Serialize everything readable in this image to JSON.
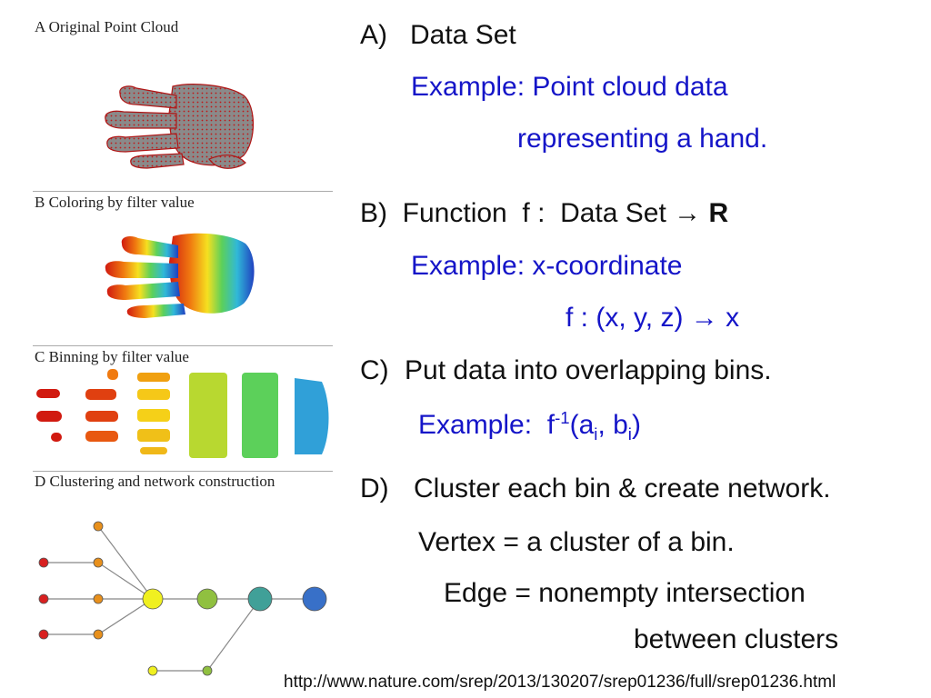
{
  "panels": {
    "a_caption": "A Original Point Cloud",
    "b_caption": "B Coloring by filter value",
    "c_caption": "C Binning by filter value",
    "d_caption": "D Clustering and network construction"
  },
  "text": {
    "a_label": "A)",
    "a_title": "Data Set",
    "a_ex1": "Example:  Point cloud data",
    "a_ex2": "representing a hand.",
    "b_label": "B)",
    "b_title_pre": "Function  f :  Data Set ",
    "b_arrow": "→",
    "b_R": "R",
    "b_ex1": "Example:  x-coordinate",
    "b_ex2_pre": "f : (x, y, z) ",
    "b_ex2_arrow": "→",
    "b_ex2_post": " x",
    "c_label": "C)",
    "c_title": "Put data into overlapping bins.",
    "c_ex_pre": "Example:  f",
    "c_ex_sup": "-1",
    "c_ex_a": "(a",
    "c_ex_i1": "i",
    "c_ex_b": ", b",
    "c_ex_i2": "i",
    "c_ex_close": ")",
    "d_label": "D)",
    "d_title": "Cluster each bin & create network.",
    "d_vertex": "Vertex = a cluster of a bin.",
    "d_edge1": "Edge = nonempty intersection",
    "d_edge2": "between clusters",
    "url": "http://www.nature.com/srep/2013/130207/srep01236/full/srep01236.html"
  },
  "colors": {
    "black_text": "#111111",
    "blue_text": "#1515c8",
    "point_cloud_fill": "#8a8a8a",
    "point_cloud_dots": "#c01818"
  }
}
